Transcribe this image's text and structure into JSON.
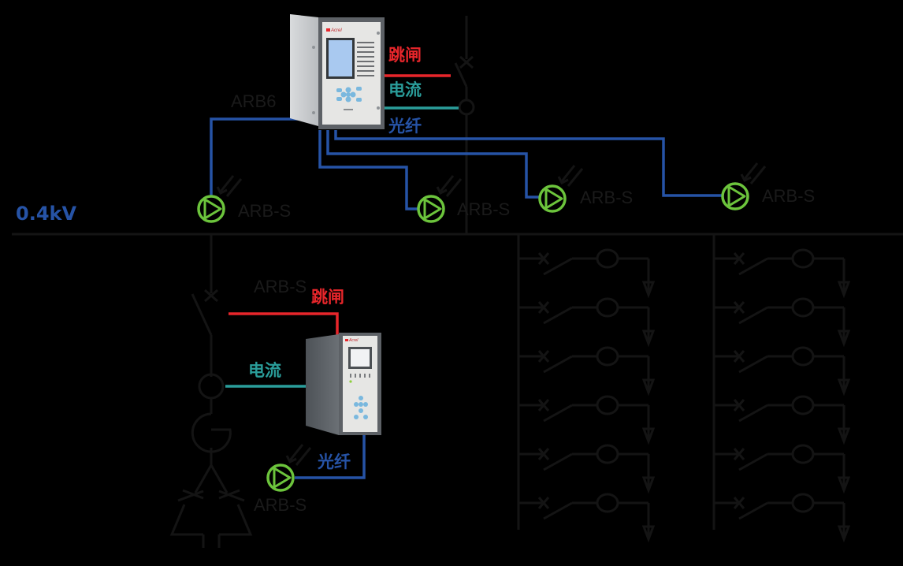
{
  "diagram": {
    "bus_label": "0.4kV",
    "colors": {
      "background": "#000000",
      "wire": "#141414",
      "trip": "#e8262b",
      "current": "#2a9d9a",
      "fiber": "#2653a6",
      "sensor": "#6cc43c",
      "device_case": "#c9cbcd",
      "device_frame": "#5d6166",
      "device_panel": "#e6e6e4",
      "lcd": "#a9c9f0"
    },
    "main_unit": {
      "model_label": "ARB6",
      "brand": "Acrel",
      "connections": {
        "trip": "跳闸",
        "current": "电流",
        "fiber": "光纤"
      }
    },
    "sub_unit": {
      "brand": "Acrel",
      "connections": {
        "trip": "跳闸",
        "current": "电流",
        "fiber": "光纤"
      },
      "sensor_label_top": "ARB-S"
    },
    "sensors": [
      {
        "label": "ARB-S"
      },
      {
        "label": "ARB-S"
      },
      {
        "label": "ARB-S"
      },
      {
        "label": "ARB-S"
      },
      {
        "label": "ARB-S"
      }
    ],
    "feeder_groups": [
      {
        "feeders": 6
      },
      {
        "feeders": 6
      }
    ]
  }
}
